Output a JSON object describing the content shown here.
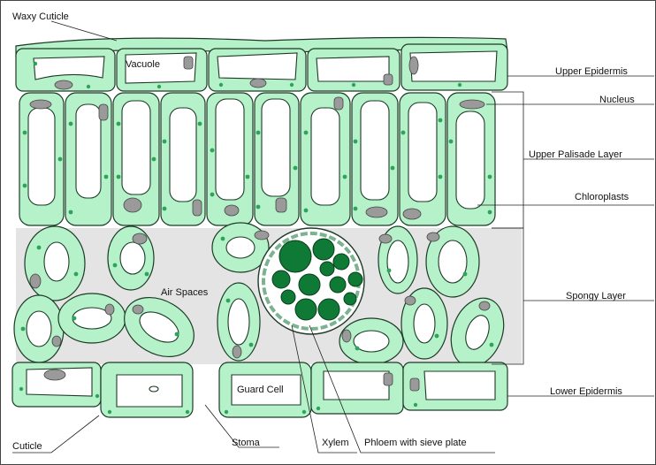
{
  "labels": {
    "waxy_cuticle": "Waxy Cuticle",
    "vacuole": "Vacuole",
    "upper_epidermis": "Upper Epidermis",
    "nucleus": "Nucleus",
    "upper_palisade_layer": "Upper Palisade Layer",
    "chloroplasts": "Chloroplasts",
    "air_spaces": "Air Spaces",
    "spongy_layer": "Spongy Layer",
    "guard_cell": "Guard Cell",
    "lower_epidermis": "Lower Epidermis",
    "cuticle": "Cuticle",
    "stoma": "Stoma",
    "xylem": "Xylem",
    "phloem": "Phloem with sieve plate"
  },
  "colors": {
    "cell_fill": "#b5f2c9",
    "chloroplast": "#2fa35a",
    "nucleus": "#9a9a9a",
    "air_space": "#e4e4e4",
    "vascular_bundle": "#0f7a36"
  }
}
